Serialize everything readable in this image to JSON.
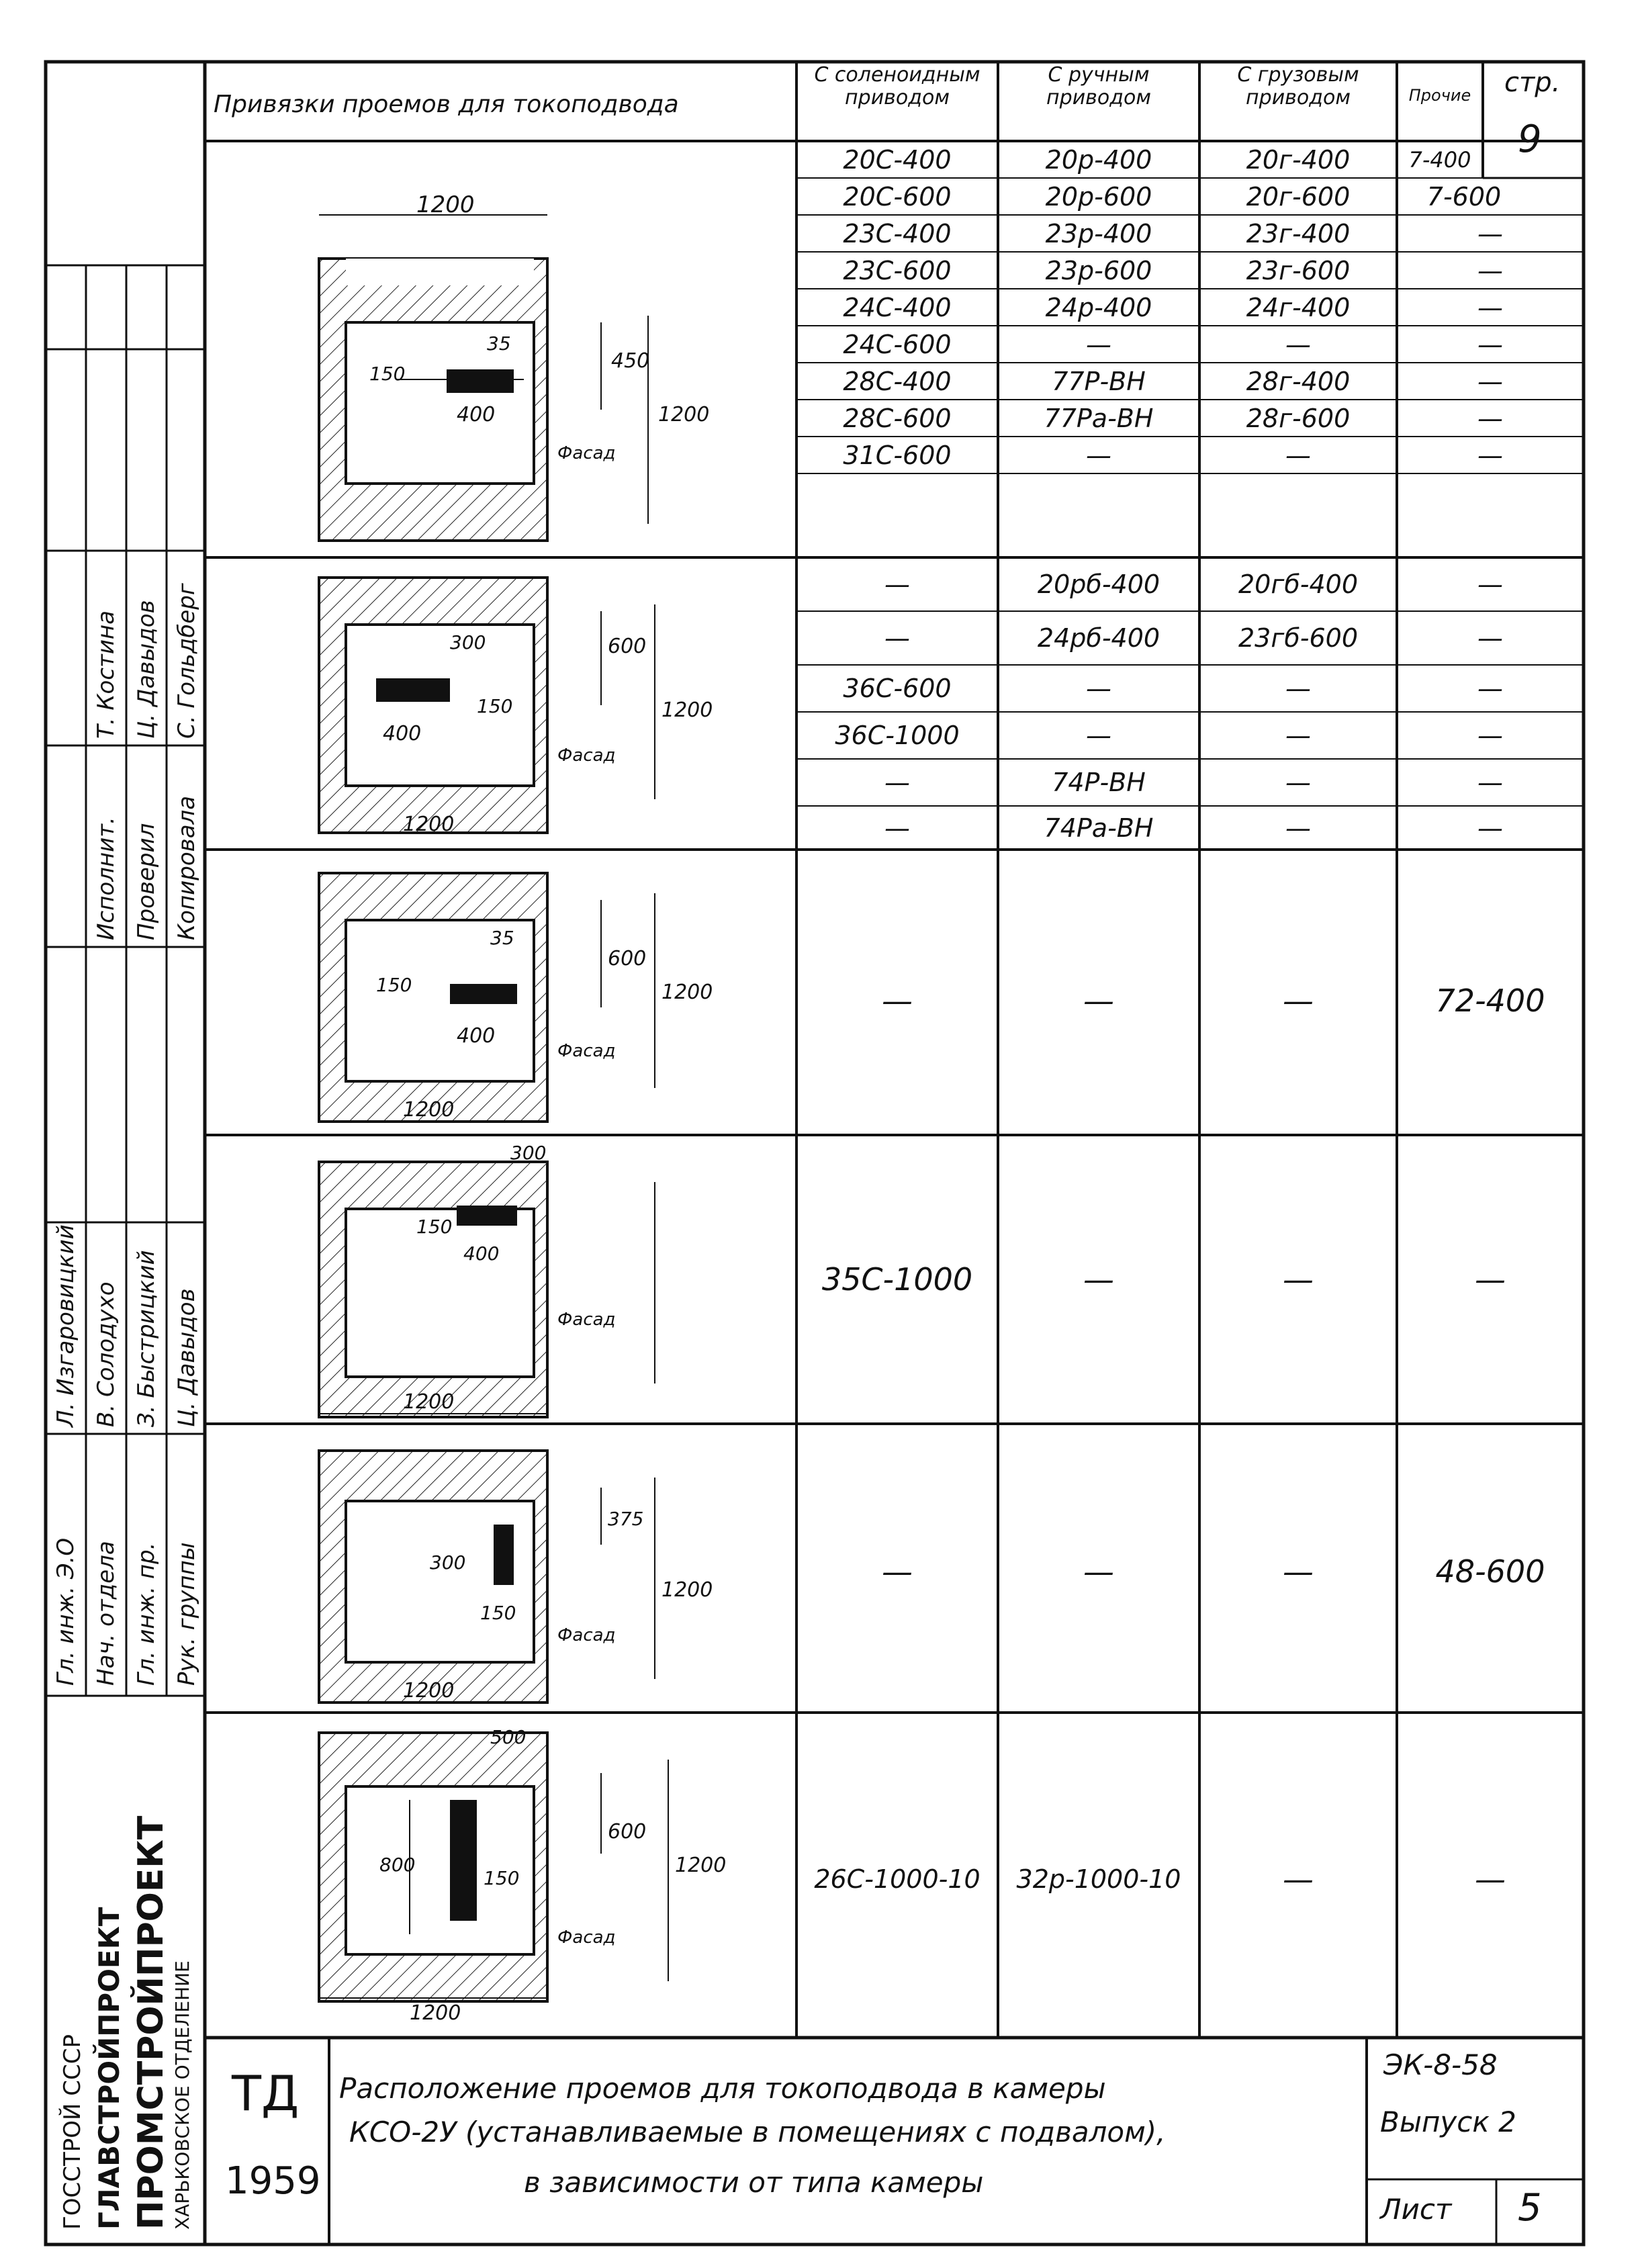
{
  "table": {
    "header_title": "Привязки проемов для токоподвода",
    "columns": [
      {
        "line1": "С соленоидным",
        "line2": "приводом"
      },
      {
        "line1": "С ручным",
        "line2": "приводом"
      },
      {
        "line1": "С грузовым",
        "line2": "приводом"
      },
      {
        "line1": "Прочие",
        "line2": ""
      }
    ],
    "page_label": "стр.",
    "page_number": "9",
    "groups": [
      {
        "rows": [
          [
            "20С-400",
            "20р-400",
            "20г-400",
            "7-400"
          ],
          [
            "20С-600",
            "20р-600",
            "20г-600",
            "7-600"
          ],
          [
            "23С-400",
            "23р-400",
            "23г-400",
            "—"
          ],
          [
            "23С-600",
            "23р-600",
            "23г-600",
            "—"
          ],
          [
            "24С-400",
            "24р-400",
            "24г-400",
            "—"
          ],
          [
            "24С-600",
            "—",
            "—",
            "—"
          ],
          [
            "28С-400",
            "77Р-ВН",
            "28г-400",
            "—"
          ],
          [
            "28С-600",
            "77Ра-ВН",
            "28г-600",
            "—"
          ],
          [
            "31С-600",
            "—",
            "—",
            "—"
          ]
        ],
        "dims": [
          "1200",
          "35",
          "150",
          "400",
          "450",
          "1200",
          "Фасад"
        ]
      },
      {
        "rows": [
          [
            "—",
            "20рб-400",
            "20гб-400",
            "—"
          ],
          [
            "—",
            "24рб-400",
            "23гб-600",
            "—"
          ],
          [
            "36С-600",
            "—",
            "—",
            "—"
          ],
          [
            "36С-1000",
            "—",
            "—",
            "—"
          ],
          [
            "—",
            "74Р-ВН",
            "—",
            "—"
          ],
          [
            "—",
            "74Ра-ВН",
            "—",
            "—"
          ]
        ],
        "dims": [
          "300",
          "600",
          "150",
          "400",
          "1200",
          "1200",
          "Фасад"
        ]
      },
      {
        "rows": [
          [
            "—",
            "—",
            "—",
            "72-400"
          ]
        ],
        "dims": [
          "35",
          "150",
          "400",
          "600",
          "1200",
          "1200",
          "Фасад"
        ]
      },
      {
        "rows": [
          [
            "35С-1000",
            "—",
            "—",
            "—"
          ]
        ],
        "dims": [
          "300",
          "150",
          "400",
          "1200",
          "Фасад"
        ]
      },
      {
        "rows": [
          [
            "—",
            "—",
            "—",
            "48-600"
          ]
        ],
        "dims": [
          "375",
          "300",
          "150",
          "1200",
          "1200",
          "Фасад"
        ]
      },
      {
        "rows": [
          [
            "26С-1000-10",
            "32р-1000-10",
            "—",
            "—"
          ]
        ],
        "dims": [
          "500",
          "800",
          "150",
          "600",
          "1200",
          "1200",
          "Фасад"
        ]
      }
    ]
  },
  "side_stamp": {
    "roles": [
      "Гл. инж. Э.О",
      "Нач. отдела",
      "Гл. инж. пр.",
      "Рук. группы",
      "Исполнит.",
      "Проверил",
      "Копировала"
    ],
    "names": [
      "Л. Изгаровицкий",
      "В. Солодухо",
      "З. Быстрицкий",
      "Ц. Давыдов",
      "Т. Костина",
      "Ц. Давыдов",
      "С. Гольдберг"
    ],
    "org_line1": "ГОССТРОЙ СССР",
    "org_line2": "ГЛАВСТРОЙПРОЕКТ",
    "org_line3": "ПРОМСТРОЙПРОЕКТ",
    "org_line4": "ХАРЬКОВСКОЕ ОТДЕЛЕНИЕ"
  },
  "title_block": {
    "td": "ТД",
    "year": "1959",
    "title_line1": "Расположение проемов для токоподвода в камеры",
    "title_line2": "КСО-2У (устанавливаемые в помещениях с подвалом),",
    "title_line3": "в зависимости от типа камеры",
    "code": "ЭК-8-58",
    "issue": "Выпуск 2",
    "sheet_label": "Лист",
    "sheet_number": "5"
  }
}
